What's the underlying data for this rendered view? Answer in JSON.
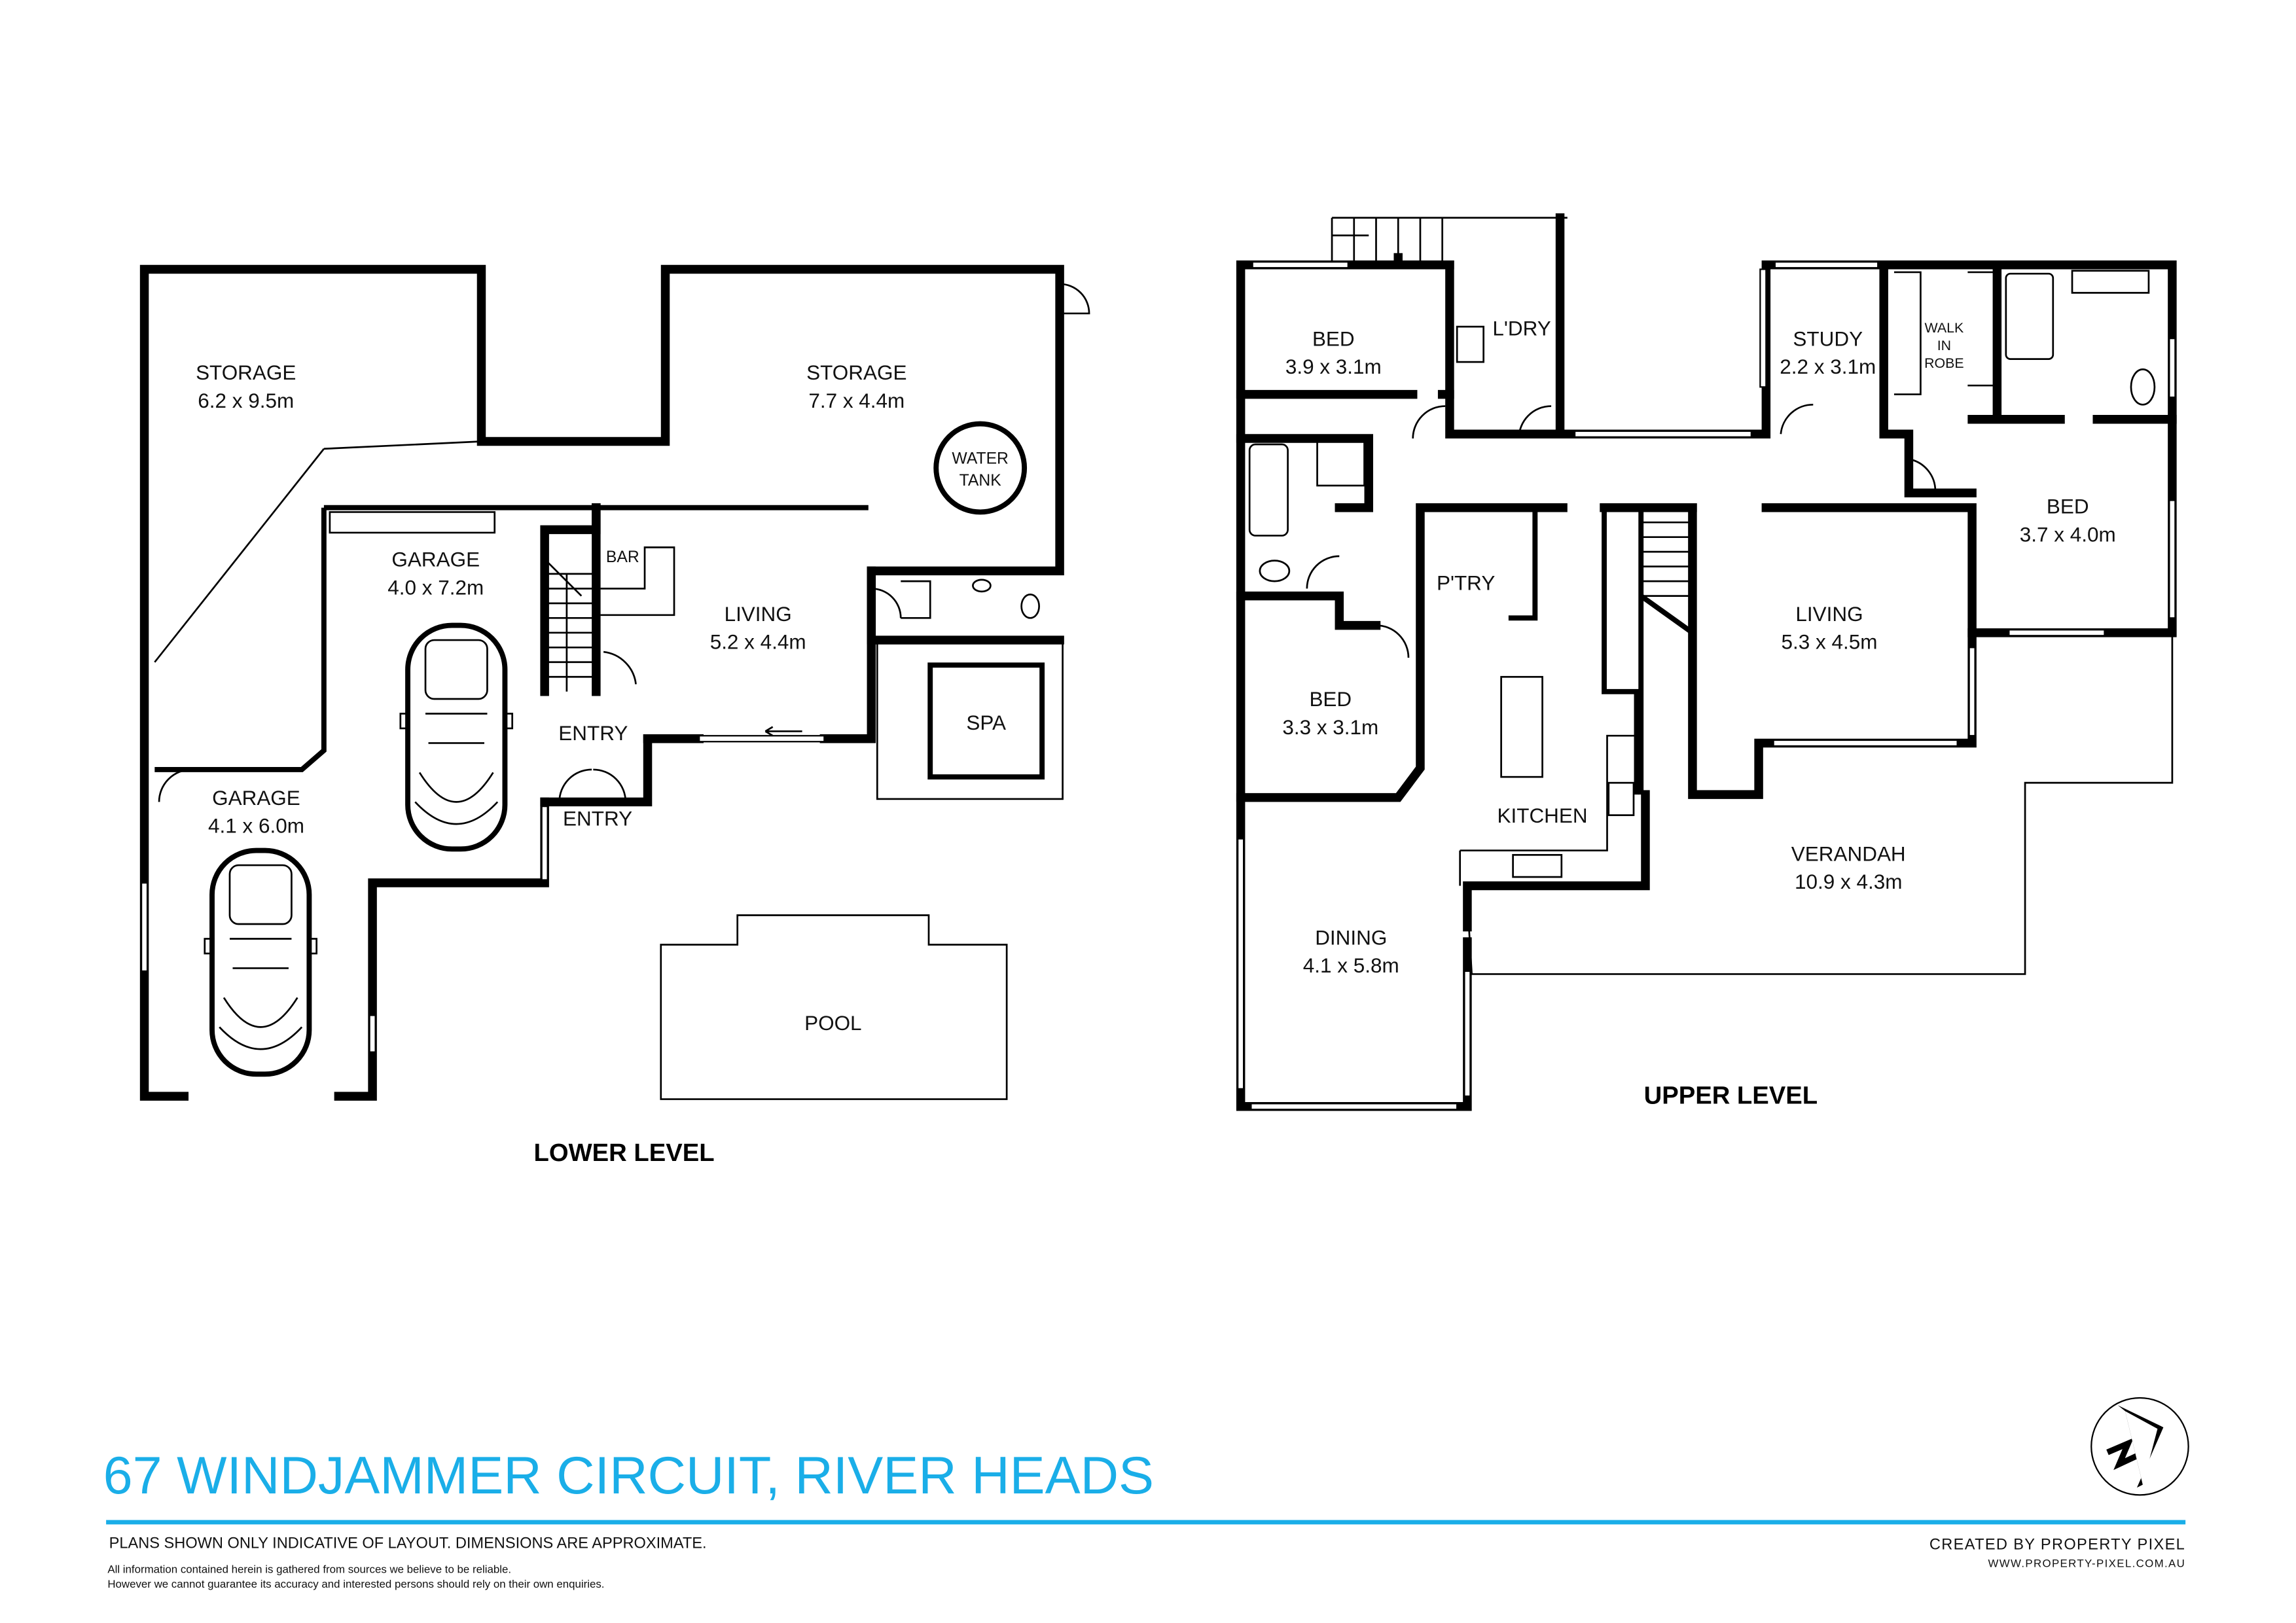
{
  "title": "67 WINDJAMMER CIRCUIT, RIVER HEADS",
  "accent_color": "#1AAEE8",
  "lower_level": {
    "label": "LOWER LEVEL",
    "rooms": {
      "storage_left": {
        "name": "STORAGE",
        "dim": "6.2 x 9.5m"
      },
      "storage_right": {
        "name": "STORAGE",
        "dim": "7.7 x 4.4m"
      },
      "water_tank": {
        "line1": "WATER",
        "line2": "TANK"
      },
      "garage_upper": {
        "name": "GARAGE",
        "dim": "4.0 x 7.2m"
      },
      "garage_lower": {
        "name": "GARAGE",
        "dim": "4.1 x 6.0m"
      },
      "bar": {
        "name": "BAR"
      },
      "living": {
        "name": "LIVING",
        "dim": "5.2 x 4.4m"
      },
      "entry_inner": {
        "name": "ENTRY"
      },
      "entry_outer": {
        "name": "ENTRY"
      },
      "spa": {
        "name": "SPA"
      },
      "pool": {
        "name": "POOL"
      }
    }
  },
  "upper_level": {
    "label": "UPPER LEVEL",
    "rooms": {
      "bed1": {
        "name": "BED",
        "dim": "3.9 x 3.1m"
      },
      "laundry": {
        "name": "L'DRY"
      },
      "study": {
        "name": "STUDY",
        "dim": "2.2 x 3.1m"
      },
      "robe": {
        "line1": "WALK",
        "line2": "IN",
        "line3": "ROBE"
      },
      "bed_master": {
        "name": "BED",
        "dim": "3.7 x 4.0m"
      },
      "pantry": {
        "name": "P'TRY"
      },
      "living": {
        "name": "LIVING",
        "dim": "5.3 x 4.5m"
      },
      "bed2": {
        "name": "BED",
        "dim": "3.3 x 3.1m"
      },
      "kitchen": {
        "name": "KITCHEN"
      },
      "verandah": {
        "name": "VERANDAH",
        "dim": "10.9 x 4.3m"
      },
      "dining": {
        "name": "DINING",
        "dim": "4.1 x 5.8m"
      }
    }
  },
  "footer": {
    "disclaimer_main": "PLANS SHOWN ONLY INDICATIVE OF LAYOUT.  DIMENSIONS ARE APPROXIMATE.",
    "disclaimer_line1": "All information contained herein is gathered from sources we believe to be reliable.",
    "disclaimer_line2": "However we cannot guarantee its accuracy and interested persons should rely on their own enquiries.",
    "credit": "CREATED BY PROPERTY PIXEL",
    "website": "WWW.PROPERTY-PIXEL.COM.AU"
  }
}
